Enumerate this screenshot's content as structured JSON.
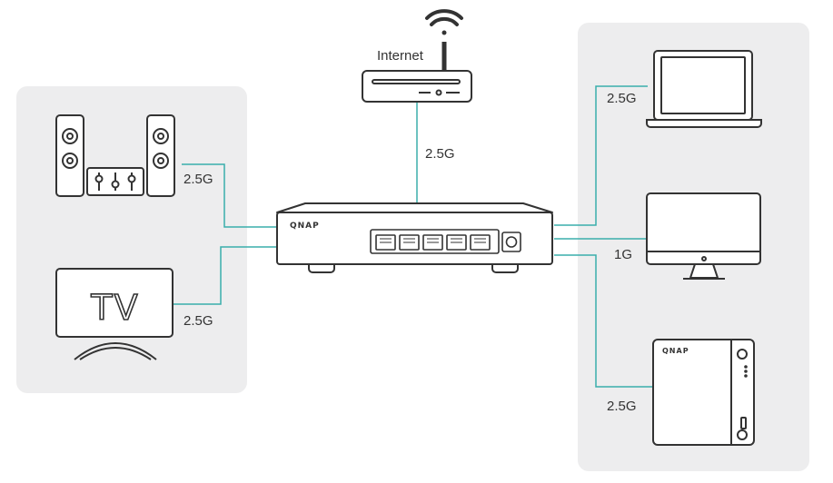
{
  "colors": {
    "panel": "#ededee",
    "device_stroke": "#333333",
    "link": "#3aaeab",
    "text": "#333333"
  },
  "labels": {
    "internet": "Internet",
    "router_link": "2.5G",
    "speakers_link": "2.5G",
    "tv_link": "2.5G",
    "laptop_link": "2.5G",
    "monitor_link": "1G",
    "nas_link": "2.5G"
  },
  "devices": {
    "tv_text": "TV",
    "switch_brand": "QNAP",
    "nas_brand": "QNAP"
  },
  "icons": {
    "wifi": "wifi-icon",
    "router": "router-icon",
    "speakers": "speakers-icon",
    "tv": "tv-icon",
    "switch": "network-switch-icon",
    "laptop": "laptop-icon",
    "monitor": "monitor-icon",
    "nas": "nas-icon"
  }
}
